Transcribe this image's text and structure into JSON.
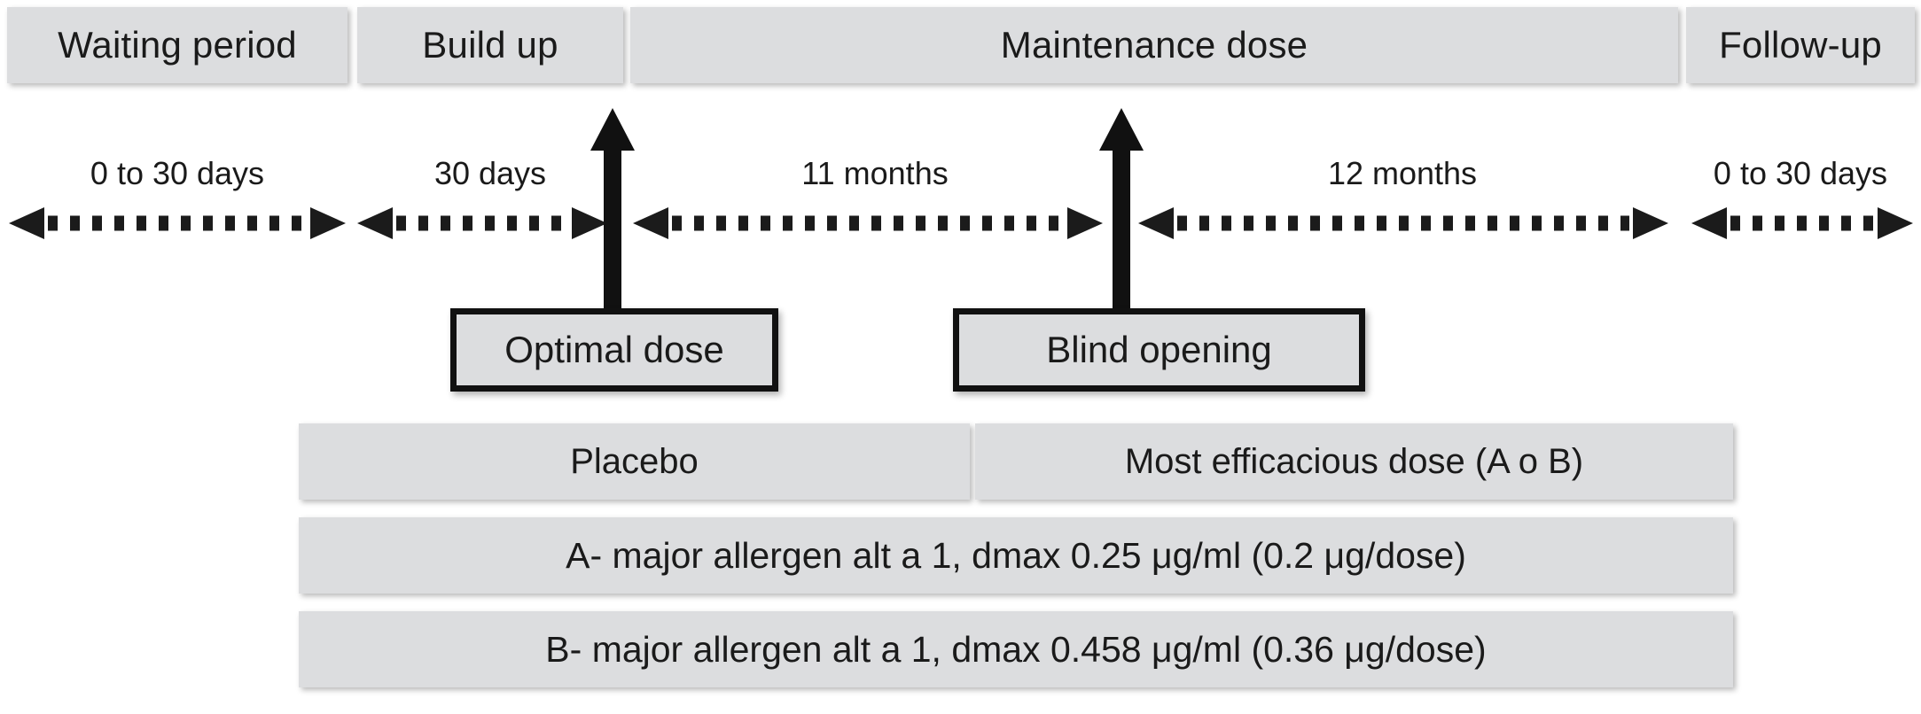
{
  "diagram": {
    "title": "Clinical trial schedule timeline",
    "colors": {
      "panel_fill": "#dcdddf",
      "text": "#1a1a1a",
      "stroke": "#111111",
      "background": "#ffffff"
    },
    "phases": [
      {
        "label": "Waiting period"
      },
      {
        "label": "Build up"
      },
      {
        "label": "Maintenance dose"
      },
      {
        "label": "Follow-up"
      }
    ],
    "durations": [
      {
        "label": "0 to 30 days"
      },
      {
        "label": "30 days"
      },
      {
        "label": "11 months"
      },
      {
        "label": "12 months"
      },
      {
        "label": "0 to 30 days"
      }
    ],
    "events": [
      {
        "label": "Optimal dose"
      },
      {
        "label": "Blind opening"
      }
    ],
    "arms": {
      "row1": [
        {
          "label": "Placebo"
        },
        {
          "label": "Most efficacious dose (A o B)"
        }
      ],
      "row2": {
        "label": "A- major allergen alt a 1, dmax 0.25 μg/ml (0.2 μg/dose)"
      },
      "row3": {
        "label": "B- major allergen alt a 1, dmax 0.458 μg/ml (0.36 μg/dose)"
      }
    }
  }
}
